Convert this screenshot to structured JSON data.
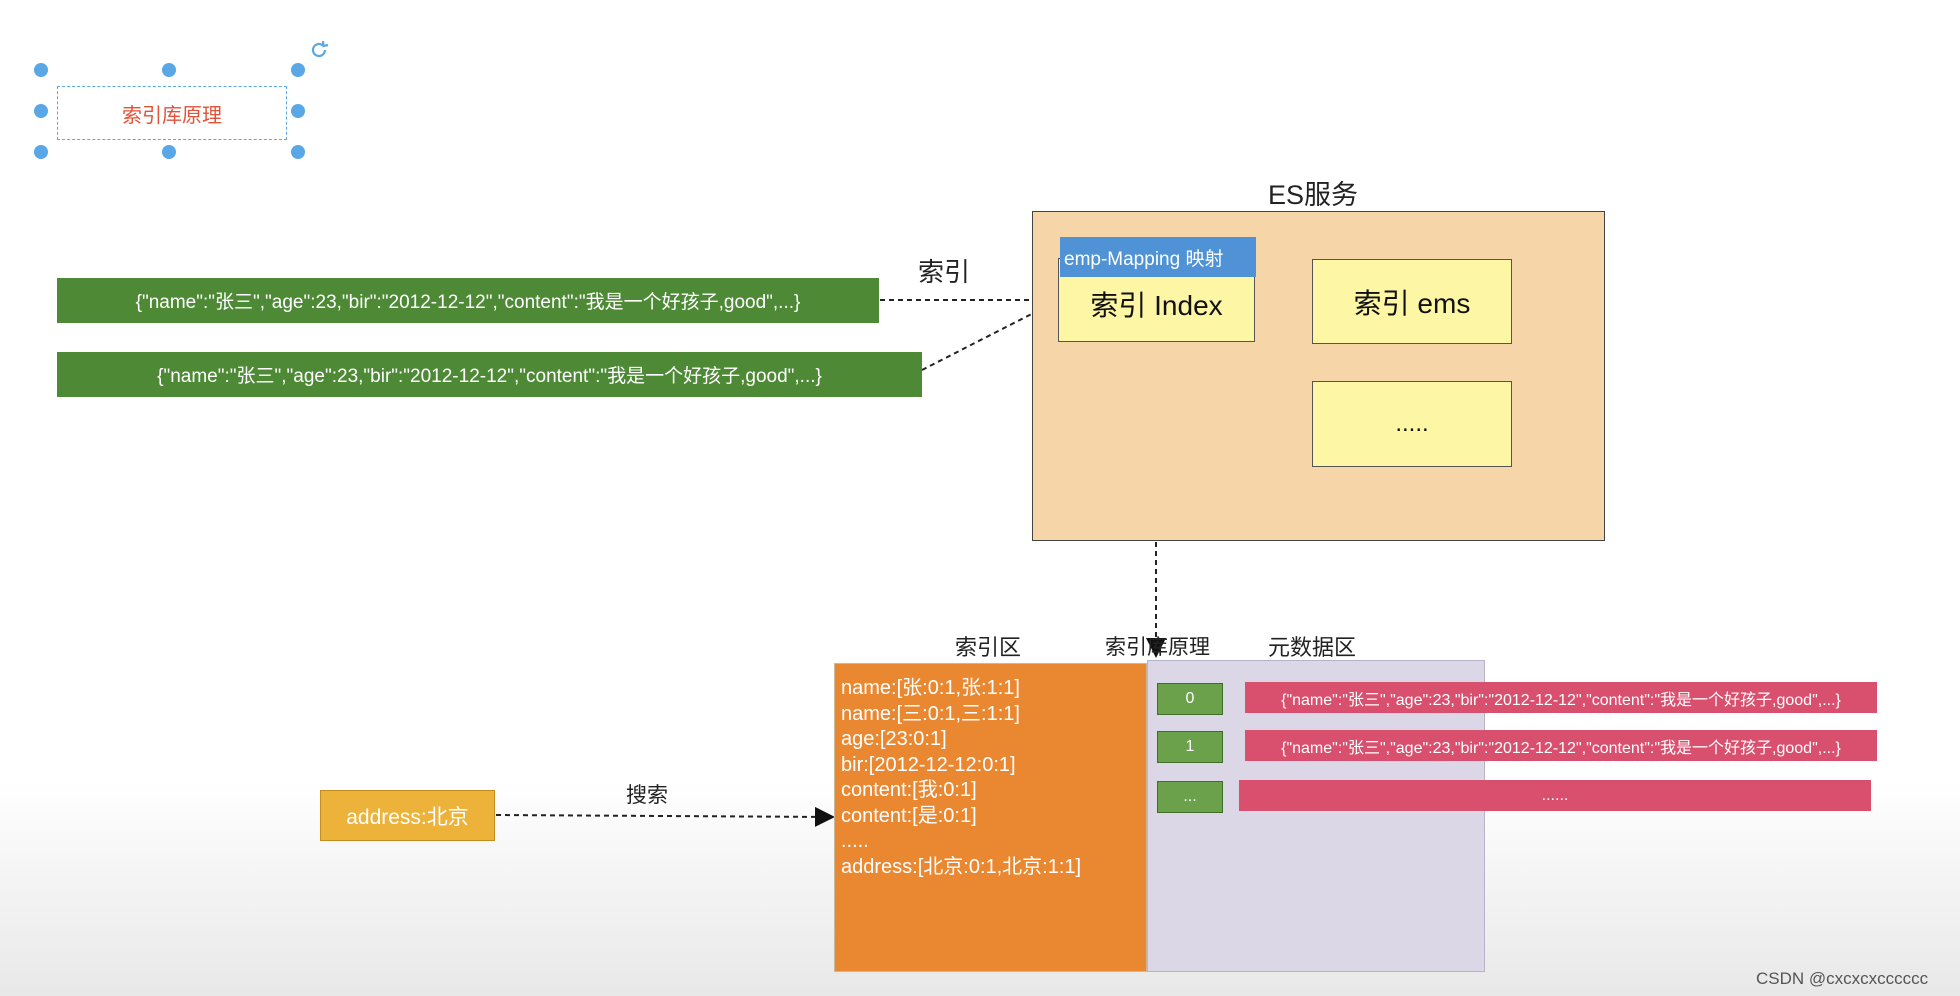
{
  "title_box": {
    "label": "索引库原理"
  },
  "documents": [
    "{\"name\":\"张三\",\"age\":23,\"bir\":\"2012-12-12\",\"content\":\"我是一个好孩子,good\",...}",
    "{\"name\":\"张三\",\"age\":23,\"bir\":\"2012-12-12\",\"content\":\"我是一个好孩子,good\",...}"
  ],
  "index_label": "索引",
  "es_service": {
    "title": "ES服务",
    "mapping_tag": "emp-Mapping 映射",
    "index_box": "索引 Index",
    "ems_box": "索引 ems",
    "more_box": "....."
  },
  "sections": {
    "index_area": "索引区",
    "principle": "索引库原理",
    "metadata_area": "元数据区"
  },
  "inverted_index": [
    "name:[张:0:1,张:1:1]",
    "name:[三:0:1,三:1:1]",
    "age:[23:0:1]",
    "bir:[2012-12-12:0:1]",
    "content:[我:0:1]",
    "content:[是:0:1]",
    ".....",
    "address:[北京:0:1,北京:1:1]"
  ],
  "metadata": [
    {
      "id": "0",
      "doc": "{\"name\":\"张三\",\"age\":23,\"bir\":\"2012-12-12\",\"content\":\"我是一个好孩子,good\",...}"
    },
    {
      "id": "1",
      "doc": "{\"name\":\"张三\",\"age\":23,\"bir\":\"2012-12-12\",\"content\":\"我是一个好孩子,good\",...}"
    },
    {
      "id": "...",
      "doc": "......"
    }
  ],
  "search": {
    "query": "address:北京",
    "label": "搜索"
  },
  "watermark": "CSDN @cxcxcxcccccc",
  "colors": {
    "doc_green": "#4e8a36",
    "es_bg": "#f6d5a8",
    "index_yellow": "#fdf6a5",
    "mapping_blue": "#4f93d6",
    "index_orange": "#ea8832",
    "metadata_lilac": "#dcd7e6",
    "doc_pink": "#d9506f",
    "query_yellow": "#edb23a"
  }
}
